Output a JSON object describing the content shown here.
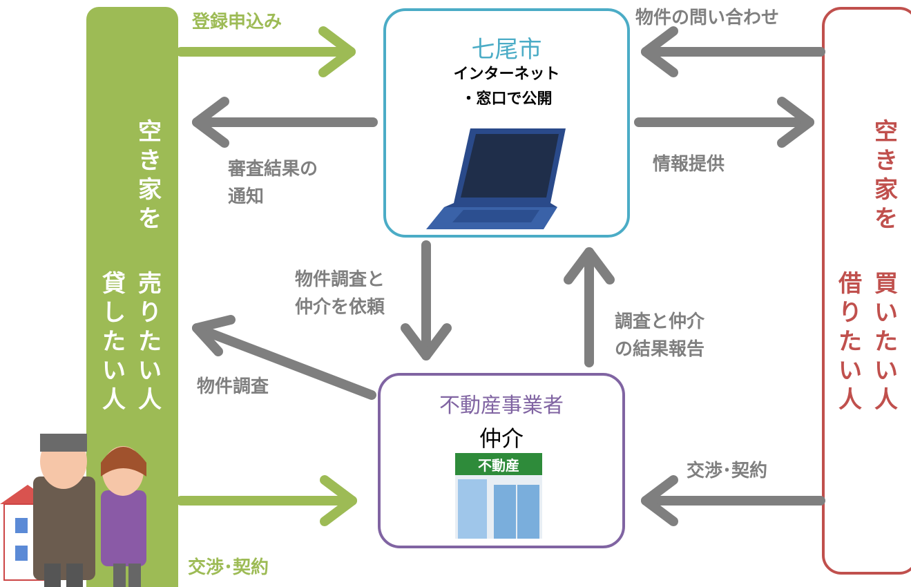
{
  "sellers": {
    "line1": "空き家を",
    "line2": "売りたい人",
    "line3": "貸したい人"
  },
  "buyers": {
    "line1": "空き家を",
    "line2": "買いたい人",
    "line3": "借りたい人"
  },
  "city": {
    "title": "七尾市",
    "desc": "インターネット\n・窓口で公開"
  },
  "agent": {
    "title": "不動産事業者",
    "subtitle": "仲介",
    "sign": "不動産"
  },
  "labels": {
    "registration": "登録申込み",
    "review_result": "審査結果の\n通知",
    "inquiry": "物件の問い合わせ",
    "info": "情報提供",
    "request": "物件調査と\n仲介を依頼",
    "report": "調査と仲介\nの結果報告",
    "survey": "物件調査",
    "negotiation_right": "交渉･契約",
    "negotiation_left": "交渉･契約"
  },
  "colors": {
    "green": "#9dbb55",
    "red": "#c0504d",
    "blue": "#4bacc6",
    "purple": "#8064a2",
    "gray": "#7f7f7f"
  }
}
